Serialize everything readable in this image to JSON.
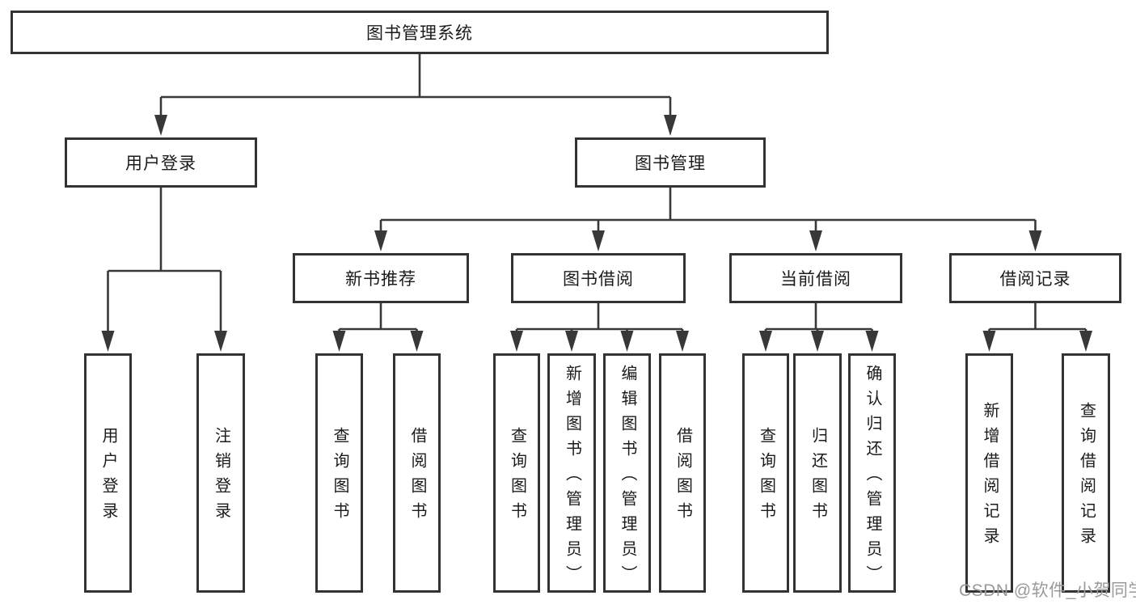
{
  "colors": {
    "line": "#383838",
    "box-border": "#333333",
    "text": "#1b1b1b",
    "watermark": "#9a9a9a",
    "background": "#ffffff"
  },
  "watermark": "CSDN @软件_小贺同学",
  "diagram": {
    "root_label": "图书管理系统",
    "user_branch": {
      "label": "用户登录",
      "children": [
        {
          "label": "用户登录"
        },
        {
          "label": "注销登录"
        }
      ]
    },
    "book_branch": {
      "label": "图书管理",
      "sections": [
        {
          "label": "新书推荐",
          "children": [
            {
              "label": "查询图书"
            },
            {
              "label": "借阅图书"
            }
          ]
        },
        {
          "label": "图书借阅",
          "children": [
            {
              "label": "查询图书"
            },
            {
              "label": "新增图书（管理员）"
            },
            {
              "label": "编辑图书（管理员）"
            },
            {
              "label": "借阅图书"
            }
          ]
        },
        {
          "label": "当前借阅",
          "children": [
            {
              "label": "查询图书"
            },
            {
              "label": "归还图书"
            },
            {
              "label": "确认归还（管理员）"
            }
          ]
        },
        {
          "label": "借阅记录",
          "children": [
            {
              "label": "新增借阅记录"
            },
            {
              "label": "查询借阅记录"
            }
          ]
        }
      ]
    }
  }
}
